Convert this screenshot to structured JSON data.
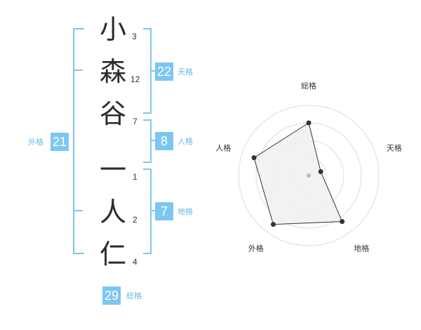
{
  "name": {
    "surname": [
      {
        "char": "小",
        "strokes": "3"
      },
      {
        "char": "森",
        "strokes": "12"
      },
      {
        "char": "谷",
        "strokes": "7"
      }
    ],
    "given": [
      {
        "char": "一",
        "strokes": "1"
      },
      {
        "char": "人",
        "strokes": "2"
      },
      {
        "char": "仁",
        "strokes": "4"
      }
    ]
  },
  "fortunes": {
    "tenkaku": {
      "value": "22",
      "label": "天格"
    },
    "jinkaku": {
      "value": "8",
      "label": "人格"
    },
    "chikaku": {
      "value": "7",
      "label": "地格"
    },
    "gaikaku": {
      "value": "21",
      "label": "外格"
    },
    "soukaku": {
      "value": "29",
      "label": "総格"
    }
  },
  "chart_data": {
    "type": "radar",
    "axes": [
      "総格",
      "天格",
      "地格",
      "外格",
      "人格"
    ],
    "values": [
      0.75,
      0.18,
      0.81,
      0.86,
      0.82
    ],
    "range": [
      0,
      1
    ],
    "rings": 4,
    "colors": {
      "fill": "#f0f0f0",
      "stroke": "#333333",
      "grid": "#dddddd",
      "center": "#bbbbbb"
    }
  }
}
